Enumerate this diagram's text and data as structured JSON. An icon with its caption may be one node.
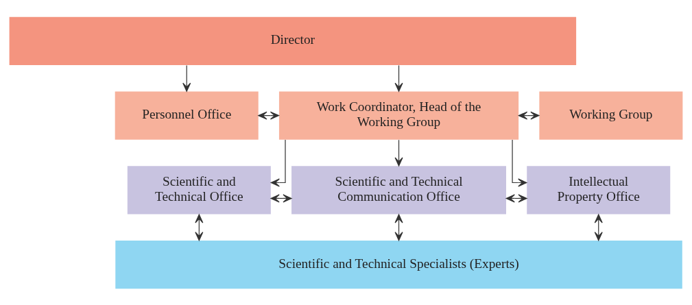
{
  "diagram": {
    "nodes": [
      {
        "text": [
          "Director"
        ]
      },
      {
        "text": [
          "Personnel Office"
        ]
      },
      {
        "text": [
          "Work Coordinator, Head of the Working Group"
        ]
      },
      {
        "text": [
          "Working Group"
        ]
      },
      {
        "text": [
          "Scientific and Technical Office"
        ]
      },
      {
        "text": [
          "Scientific and Technical Communication Office"
        ]
      },
      {
        "text": [
          "Intellectual Property Office"
        ]
      },
      {
        "text": [
          "Scientific and Technical Specialists (Experts)"
        ]
      }
    ],
    "edges": [
      {
        "from": 0,
        "to": 1,
        "arrow": "to"
      },
      {
        "from": 0,
        "to": 2,
        "arrow": "to"
      },
      {
        "from": 1,
        "to": 2,
        "arrow": "both"
      },
      {
        "from": 2,
        "to": 3,
        "arrow": "both"
      },
      {
        "from": 2,
        "to": 4,
        "arrow": "to"
      },
      {
        "from": 2,
        "to": 5,
        "arrow": "to"
      },
      {
        "from": 2,
        "to": 6,
        "arrow": "to"
      },
      {
        "from": 4,
        "to": 5,
        "arrow": "both"
      },
      {
        "from": 5,
        "to": 6,
        "arrow": "both"
      },
      {
        "from": 4,
        "to": 7,
        "arrow": "both"
      },
      {
        "from": 5,
        "to": 7,
        "arrow": "both"
      },
      {
        "from": 6,
        "to": 7,
        "arrow": "both"
      }
    ]
  }
}
